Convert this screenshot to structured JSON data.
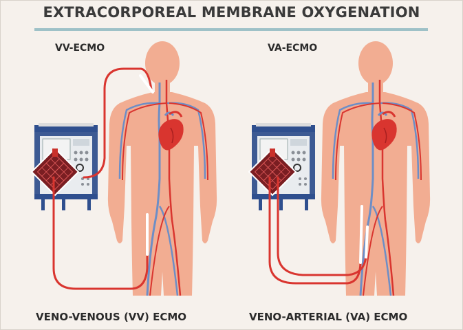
{
  "title": "EXTRACORPOREAL MEMBRANE OXYGENATION",
  "panels": [
    {
      "short_label": "VV-ECMO",
      "full_label": "VENO-VENOUS (VV) ECMO"
    },
    {
      "short_label": "VA-ECMO",
      "full_label": "VENO-ARTERIAL (VA) ECMO"
    }
  ],
  "colors": {
    "background": "#f6f1ec",
    "body": "#f2ad92",
    "vein": "#6d8ec6",
    "artery": "#d9352f",
    "machine": "#2f4f8e",
    "rule": "#9ec1c7"
  }
}
